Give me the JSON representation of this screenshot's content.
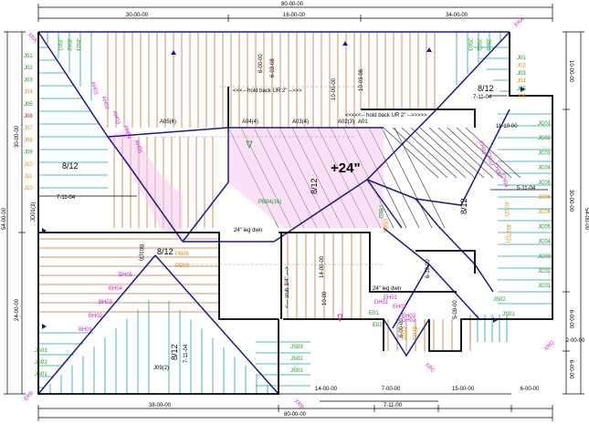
{
  "colors": {
    "jack": "#1aa6a6",
    "common": "#c8743a",
    "hip": "#1b1b8a",
    "label_magenta": "#d21bd2",
    "label_green": "#0f9a0f",
    "label_orange": "#e08a00",
    "label_red": "#d01010",
    "wall": "#000000",
    "fill_pink": "#f6c9ef"
  },
  "dimensions": {
    "top_total": "80-00-00",
    "top_segments": [
      "30-00-00",
      "16-00-00",
      "34-00-00"
    ],
    "bottom_total": "80-00-00",
    "bottom_segments": [
      "38-00-00",
      "14-00-00",
      "7-00-00",
      "15-00-00",
      "6-00-00"
    ],
    "bottom_sub": "7-11-00",
    "left_total": "54-00-00",
    "left_segments": [
      "30-00-00",
      "24-00-00"
    ],
    "right_total": "54-00-00",
    "right_segments": [
      "10-00-00",
      "30-00-00",
      "6-00-00",
      "2-00-00",
      "6-00-00"
    ]
  },
  "pitches": [
    "8/12",
    "8/12",
    "8/12",
    "8/12",
    "8/12",
    "8/12"
  ],
  "annotations": {
    "elevation": "+24\"",
    "hold_back_1": "<<<-- hold back UR 2\" -->>>",
    "hold_back_2": "<<<<<-- hold back UR 2\" -->>>>>",
    "leg_down_1": "24\" leg dwn",
    "leg_down_2": "24\" leg dwn",
    "stub": "<--- stub 3/4\" --->",
    "setback_left": "7-11-04",
    "setback_right": "7-11-04",
    "setback_right2": "5-11-04",
    "setback_mid": "11-10-00",
    "v_dim_1": "6-00-00",
    "v_dim_2": "6-03-08",
    "v_dim_3": "10-00-00",
    "v_dim_4": "10-03-08",
    "v_dim_5": "14-00-00",
    "v_dim_6": "7-11-04",
    "v_dim_7": "5-09-00",
    "v_dim_8": "6-00-00",
    "v_dim_9": "6-10-00",
    "v_dim_10": "10-00"
  },
  "labels": {
    "j_left": [
      "J01",
      "J02",
      "J03",
      "J04",
      "J05",
      "J06",
      "J07",
      "J08",
      "J09",
      "J10",
      "J11",
      "J10"
    ],
    "j_right": [
      "J01",
      "J02",
      "J03",
      "J04",
      "J05",
      "J06"
    ],
    "js_top_left": [
      "JS01",
      "JS02",
      "JS03"
    ],
    "js_top_right": [
      "JS03",
      "JS02",
      "JS01"
    ],
    "js_bottom_left": [
      "JS03",
      "JS02",
      "JS01"
    ],
    "js_bottom_mid": [
      "JS03",
      "JS02",
      "JS01"
    ],
    "jc_right": [
      "JC01",
      "JC02",
      "JC03",
      "JC04",
      "JC05",
      "JC06",
      "JC06",
      "JC05",
      "JC04",
      "JC03",
      "JC02",
      "JC01"
    ],
    "bh": [
      "BH01",
      "BH02",
      "BH03",
      "BH04",
      "BH05"
    ],
    "pb": [
      "PB06",
      "PB05"
    ],
    "a_girders": [
      "A05(6)",
      "A04(4)",
      "A03(4)",
      "A02(3)",
      "A01"
    ],
    "ah": [
      "AH01",
      "AH02",
      "AH03",
      "AH04",
      "AH05"
    ],
    "ch": [
      "CH01",
      "CH02",
      "CH03",
      "CH04"
    ],
    "eh": [
      "EH01",
      "EH02",
      "EH03"
    ],
    "dh": [
      "DH01",
      "DH02"
    ],
    "misc": [
      "PB04(16)",
      "PB02",
      "PB03",
      "B01(3)",
      "J09(2)",
      "J07(2)",
      "E01",
      "E02",
      "ED02",
      "ED03",
      "JD01(3)",
      "JD27(2)",
      "JS02",
      "JS01"
    ],
    "corners": [
      "XRA",
      "XRA",
      "XRB",
      "XRB",
      "XRC",
      "XRD"
    ]
  }
}
